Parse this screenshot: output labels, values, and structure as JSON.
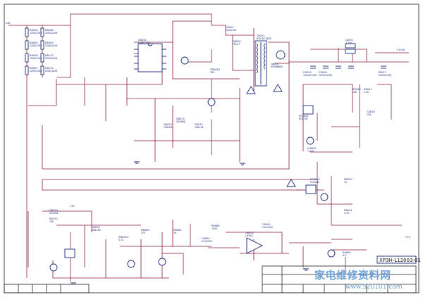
{
  "schematic": {
    "drawing_number": "XP3H-L12003-01",
    "title_block": {
      "cells": [
        "",
        "",
        "",
        "",
        "",
        "",
        ""
      ]
    }
  },
  "watermark": {
    "main": "家电维修资料网",
    "url": "www.520101.com"
  },
  "ports": [
    {
      "id": "p_in",
      "text": "VIN"
    },
    {
      "id": "p_out12",
      "text": "+12VA"
    },
    {
      "id": "p_5v",
      "text": "+5V"
    },
    {
      "id": "p_on",
      "text": "ON"
    }
  ],
  "components": [
    {
      "id": "c1",
      "ref": "R8004",
      "val": "220K/1206"
    },
    {
      "id": "c2",
      "ref": "R8005",
      "val": "220K/1206"
    },
    {
      "id": "c3",
      "ref": "R8006",
      "val": "220K/1206"
    },
    {
      "id": "c4",
      "ref": "R8007",
      "val": "220K/1206"
    },
    {
      "id": "c5",
      "ref": "R8008",
      "val": "220K/1206"
    },
    {
      "id": "c6",
      "ref": "R8009",
      "val": "220K/1206"
    },
    {
      "id": "c7",
      "ref": "R8010",
      "val": "220K/1206"
    },
    {
      "id": "c8",
      "ref": "R8011",
      "val": "220K/1206"
    },
    {
      "id": "c9",
      "ref": "U8001",
      "val": "FAN6755W"
    },
    {
      "id": "c10",
      "ref": "T8001",
      "val": "BCK-28-0828"
    },
    {
      "id": "c11",
      "ref": "Q8001",
      "val": "MTP8N65E"
    },
    {
      "id": "c12",
      "ref": "C8001",
      "val": "100P/1KV"
    },
    {
      "id": "c13",
      "ref": "D8001",
      "val": "FR107"
    },
    {
      "id": "c14",
      "ref": "ZD8001",
      "val": "18V"
    },
    {
      "id": "c15",
      "ref": "C8025",
      "val": "1000uF/16V"
    },
    {
      "id": "c16",
      "ref": "C8026",
      "val": "1000uF/16V"
    },
    {
      "id": "c17",
      "ref": "L8001",
      "val": "3.3uH"
    },
    {
      "id": "c18",
      "ref": "C8027",
      "val": "1000uF/16V"
    },
    {
      "id": "c19",
      "ref": "PC8001",
      "val": "PC817B"
    },
    {
      "id": "c20",
      "ref": "IC8002",
      "val": "TL431"
    },
    {
      "id": "c21",
      "ref": "R8040",
      "val": "10K"
    },
    {
      "id": "c22",
      "ref": "R8041",
      "val": "2.2K"
    },
    {
      "id": "c23",
      "ref": "C8030",
      "val": "104"
    },
    {
      "id": "c24",
      "ref": "Q8010",
      "val": "2N3904"
    },
    {
      "id": "c25",
      "ref": "Q8011",
      "val": "2N3906"
    },
    {
      "id": "c26",
      "ref": "D8010",
      "val": "1N4148"
    },
    {
      "id": "c27",
      "ref": "PC8002",
      "val": "PC817B"
    },
    {
      "id": "c28",
      "ref": "R8050",
      "val": "1K"
    },
    {
      "id": "c29",
      "ref": "R8051",
      "val": "4.7K"
    },
    {
      "id": "c30",
      "ref": "U8003",
      "val": "LM358"
    },
    {
      "id": "c31",
      "ref": "R8060",
      "val": "100K"
    },
    {
      "id": "c32",
      "ref": "C8040",
      "val": "10uF/50V"
    },
    {
      "id": "c33",
      "ref": "Q8020",
      "val": "2N3904"
    },
    {
      "id": "c34",
      "ref": "R8070",
      "val": "10K"
    },
    {
      "id": "c35",
      "ref": "D8020",
      "val": "1N4148"
    },
    {
      "id": "c36",
      "ref": "ZD8010",
      "val": "5.1V"
    },
    {
      "id": "c37",
      "ref": "R8080",
      "val": "470"
    },
    {
      "id": "c38",
      "ref": "R8081",
      "val": "1K"
    },
    {
      "id": "c39",
      "ref": "C8050",
      "val": "47uF/25V"
    },
    {
      "id": "c40",
      "ref": "R8090",
      "val": "N.C"
    }
  ]
}
